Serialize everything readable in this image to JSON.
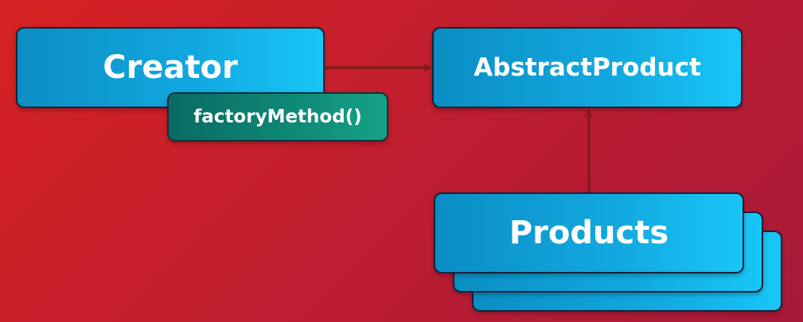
{
  "diagram": {
    "nodes": {
      "creator": {
        "label": "Creator"
      },
      "factory_method": {
        "label": "factoryMethod()"
      },
      "abstract_product": {
        "label": "AbstractProduct"
      },
      "products": {
        "label": "Products"
      }
    },
    "edges": [
      {
        "from": "Creator",
        "to": "AbstractProduct"
      },
      {
        "from": "Products",
        "to": "AbstractProduct"
      }
    ]
  },
  "colors": {
    "background_start": "#d72222",
    "background_end": "#a81a3a",
    "box_fill": "#12a9e0",
    "method_fill": "#0f8a78",
    "arrow": "#8c1a1a",
    "box_border": "#17243b",
    "text": "#ffffff"
  }
}
